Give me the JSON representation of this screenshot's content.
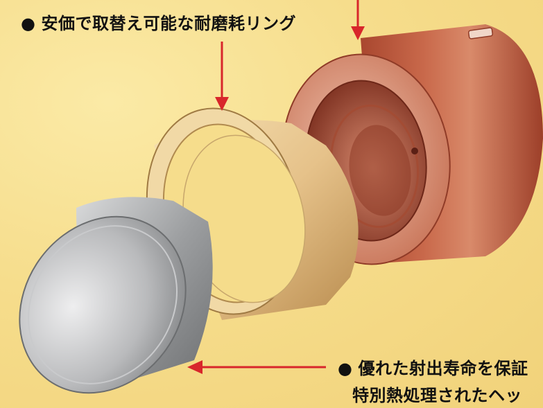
{
  "labels": {
    "ring": "安価で取替え可能な耐磨耗リング",
    "head_line1": "優れた射出寿命を保証",
    "head_line2": "特別熱処理されたヘッ",
    "bullet": "●"
  },
  "colors": {
    "background": "#f6dd8c",
    "arrow": "#d8262b",
    "copper": "#b8583e",
    "brass": "#e7c98f",
    "steel": "#a7a9ab"
  }
}
